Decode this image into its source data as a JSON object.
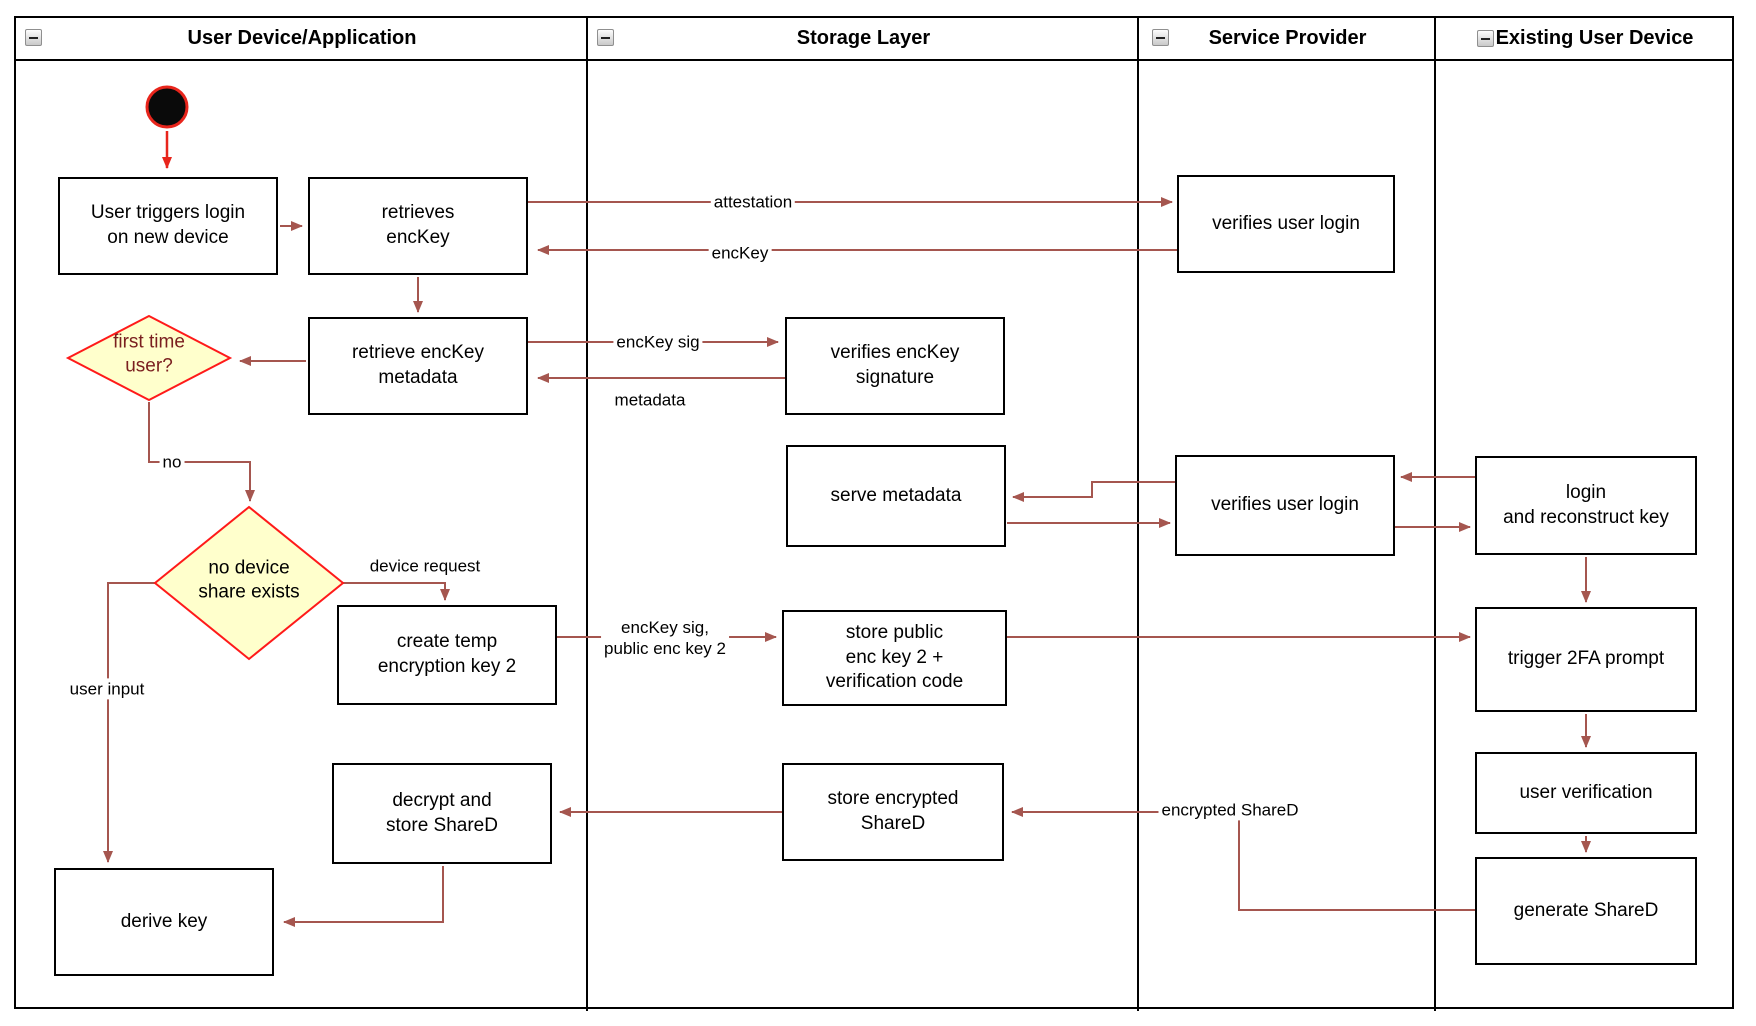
{
  "lanes": [
    {
      "title": "User Device/Application"
    },
    {
      "title": "Storage Layer"
    },
    {
      "title": "Service Provider"
    },
    {
      "title": "Existing User Device"
    }
  ],
  "nodes": {
    "userTriggers": "User triggers login\non new device",
    "retrievesEncKey": "retrieves\nencKey",
    "retrieveMetadata": "retrieve encKey\nmetadata",
    "verifiesSignature": "verifies encKey\nsignature",
    "verifiesLogin1": "verifies user login",
    "serveMetadata": "serve metadata",
    "verifiesLogin2": "verifies user login",
    "loginReconstruct": "login\nand reconstruct key",
    "createTemp": "create temp\nencryption key 2",
    "storePublic": "store public\nenc key 2 +\nverification code",
    "trigger2fa": "trigger 2FA prompt",
    "userVerification": "user verification",
    "decryptStore": "decrypt and\nstore ShareD",
    "storeEncrypted": "store encrypted\nShareD",
    "generateShared": "generate ShareD",
    "deriveKey": "derive key"
  },
  "diamonds": {
    "firstTime": "first time\nuser?",
    "noDeviceShare": "no device\nshare exists"
  },
  "edge_labels": {
    "attestation": "attestation",
    "encKey": "encKey",
    "encKeySig": "encKey sig",
    "metadata": "metadata",
    "no": "no",
    "deviceRequest": "device request",
    "userInput": "user input",
    "encKeySigPublic": "encKey sig,\npublic enc key 2",
    "encryptedShared": "encrypted ShareD"
  },
  "colors": {
    "edge": "#a5564f",
    "start_edge": "#e8251c",
    "diamond_fill": "#ffffcc",
    "diamond_stroke": "#ff1a1a",
    "diamond1_text": "#7a1f1f",
    "box_border": "#000000"
  }
}
